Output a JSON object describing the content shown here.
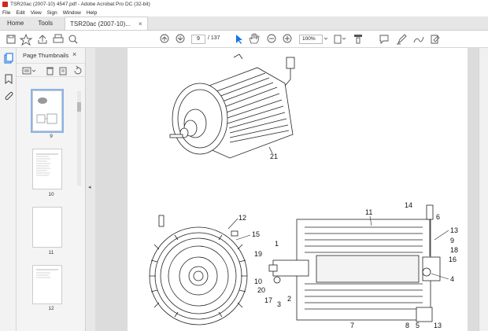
{
  "window": {
    "title": "TSR20ac (2007-10) 4547.pdf - Adobe Acrobat Pro DC (32-bit)"
  },
  "menu": [
    "File",
    "Edit",
    "View",
    "Sign",
    "Window",
    "Help"
  ],
  "tabs": {
    "home": "Home",
    "tools": "Tools",
    "document": "TSR20ac (2007-10)...",
    "close": "×"
  },
  "toolbar": {
    "page_current": "9",
    "page_total": "/ 137",
    "zoom": "100%",
    "icons": [
      "save-icon",
      "bookmark-star-icon",
      "upload-icon",
      "print-icon",
      "search-icon",
      "page-up-icon",
      "page-down-icon",
      "select-arrow-icon",
      "hand-icon",
      "zoom-out-icon",
      "zoom-in-icon",
      "fit-page-icon",
      "scroll-mode-icon",
      "comment-icon",
      "highlight-pen-icon",
      "draw-icon",
      "fill-sign-icon"
    ]
  },
  "panel": {
    "title": "Page Thumbnails",
    "close": "×",
    "thumbnails": [
      {
        "label": "9",
        "selected": true
      },
      {
        "label": "10",
        "selected": false
      },
      {
        "label": "11",
        "selected": false
      },
      {
        "label": "12",
        "selected": false
      }
    ]
  },
  "drawing": {
    "callouts": [
      "21",
      "11",
      "14",
      "6",
      "13",
      "9",
      "18",
      "16",
      "4",
      "12",
      "15",
      "1",
      "19",
      "10",
      "20",
      "17",
      "3",
      "2",
      "7",
      "8",
      "5",
      "13"
    ]
  },
  "colors": {
    "accent": "#1473e6",
    "tab_bg": "#e6e6e6",
    "doc_bg": "#dcdcdc"
  }
}
